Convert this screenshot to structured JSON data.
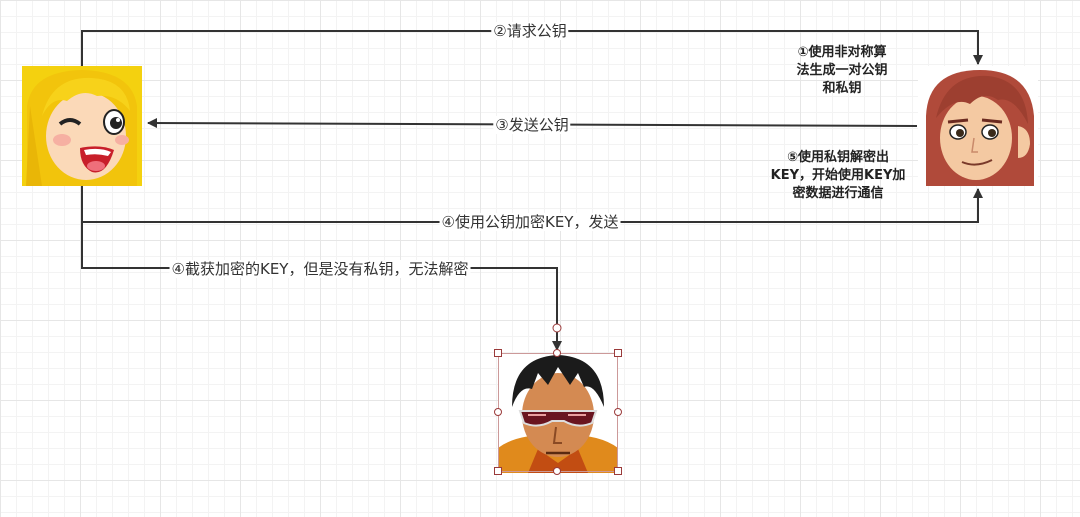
{
  "diagram": {
    "edges": {
      "request_key": "②请求公钥",
      "send_key": "③发送公钥",
      "encrypt_send": "④使用公钥加密KEY，发送",
      "intercept": "④截获加密的KEY，但是没有私钥，无法解密"
    },
    "notes": {
      "generate": [
        "①使用非对称算",
        "法生成一对公钥",
        "和私钥"
      ],
      "decrypt": [
        "⑤使用私钥解密出",
        "KEY，开始使用KEY加",
        "密数据进行通信"
      ]
    },
    "colors": {
      "line": "#333333",
      "grid": "#e6e6e6",
      "handle_border": "#9a3a3a"
    },
    "nodes": {
      "client": "client-avatar-winking-girl",
      "server": "server-avatar-red-hair-boy",
      "attacker": "attacker-avatar-sunglasses-man"
    }
  }
}
